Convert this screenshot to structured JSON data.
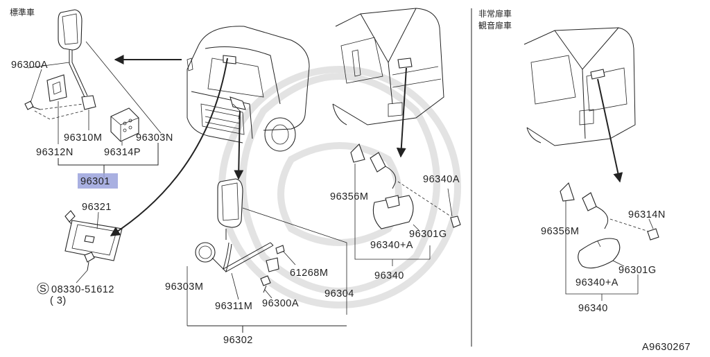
{
  "header": {
    "standard_label": "標準車",
    "variant_label_1": "非常扉車",
    "variant_label_2": "観音扉車",
    "figure_code": "A9630267"
  },
  "parts": {
    "p96300A_top": "96300A",
    "p96310M": "96310M",
    "p96303N": "96303N",
    "p96312N": "96312N",
    "p96314P": "96314P",
    "p96301_highlight": "96301",
    "p96321": "96321",
    "p08330": "08330-51612",
    "p08330_qty": "( 3)",
    "p96303M": "96303M",
    "p61268M": "61268M",
    "p96304": "96304",
    "p96311M": "96311M",
    "p96300A_mid": "96300A",
    "p96302": "96302",
    "p96356M_mid": "96356M",
    "p96340A": "96340A",
    "p96301G_mid": "96301G",
    "p96340pA_mid": "96340+A",
    "p96340_mid": "96340",
    "p96314N": "96314N",
    "p96356M_right": "96356M",
    "p96301G_right": "96301G",
    "p96340pA_right": "96340+A",
    "p96340_right": "96340"
  },
  "colors": {
    "highlight": "#9aa2dc",
    "line": "#222222"
  }
}
